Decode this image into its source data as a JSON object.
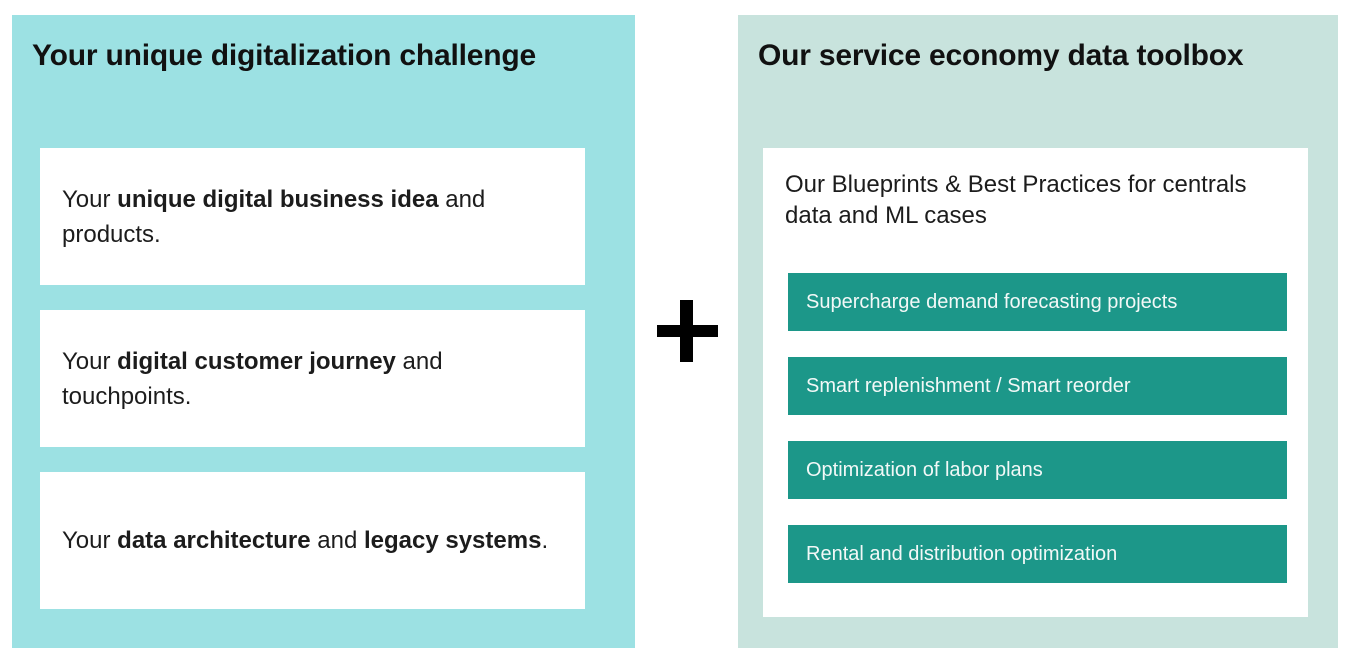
{
  "page": {
    "background_color": "#ffffff"
  },
  "left_panel": {
    "background_color": "#9CE1E3",
    "title": "Your unique digitalization challenge",
    "cards": [
      {
        "segments": [
          {
            "text": "Your ",
            "bold": false
          },
          {
            "text": "unique digital business idea",
            "bold": true
          },
          {
            "text": " and products.",
            "bold": false
          }
        ]
      },
      {
        "segments": [
          {
            "text": "Your ",
            "bold": false
          },
          {
            "text": "digital customer journey",
            "bold": true
          },
          {
            "text": " and touchpoints.",
            "bold": false
          }
        ]
      },
      {
        "segments": [
          {
            "text": "Your ",
            "bold": false
          },
          {
            "text": "data architecture",
            "bold": true
          },
          {
            "text": " and ",
            "bold": false
          },
          {
            "text": "legacy systems",
            "bold": true
          },
          {
            "text": ".",
            "bold": false
          }
        ]
      }
    ]
  },
  "connector": {
    "icon": "plus-icon",
    "symbol": "+",
    "color": "#000000"
  },
  "right_panel": {
    "background_color": "#C8E3DD",
    "title": "Our service economy data toolbox",
    "card": {
      "heading": "Our Blueprints & Best Practices for centrals data and ML cases",
      "button_color": "#1C9789",
      "button_text_color": "#F2F8F7",
      "buttons": [
        {
          "label": "Supercharge demand forecasting projects"
        },
        {
          "label": "Smart replenishment / Smart reorder"
        },
        {
          "label": "Optimization of labor plans"
        },
        {
          "label": "Rental and distribution optimization"
        }
      ]
    }
  }
}
